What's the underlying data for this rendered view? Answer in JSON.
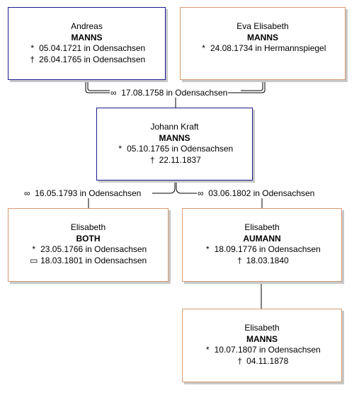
{
  "persons": {
    "andreas": {
      "given": "Andreas",
      "surname": "MANNS",
      "events": [
        {
          "sym": "*",
          "text": "05.04.1721 in Odensachsen"
        },
        {
          "sym": "†",
          "text": "26.04.1765 in Odensachsen"
        }
      ]
    },
    "eva": {
      "given": "Eva Elisabeth",
      "surname": "MANNS",
      "events": [
        {
          "sym": "*",
          "text": "24.08.1734 in Hermannspiegel"
        }
      ]
    },
    "johann": {
      "given": "Johann Kraft",
      "surname": "MANNS",
      "events": [
        {
          "sym": "*",
          "text": "05.10.1765 in Odensachsen"
        },
        {
          "sym": "†",
          "text": "22.11.1837"
        }
      ]
    },
    "both": {
      "given": "Elisabeth",
      "surname": "BOTH",
      "events": [
        {
          "sym": "*",
          "text": "23.05.1766 in Odensachsen"
        },
        {
          "sym": "▭",
          "text": "18.03.1801 in Odensachsen"
        }
      ]
    },
    "aumann": {
      "given": "Elisabeth",
      "surname": "AUMANN",
      "events": [
        {
          "sym": "*",
          "text": "18.09.1776 in Odensachsen"
        },
        {
          "sym": "†",
          "text": "18.03.1840"
        }
      ]
    },
    "daughter": {
      "given": "Elisabeth",
      "surname": "MANNS",
      "events": [
        {
          "sym": "*",
          "text": "10.07.1807 in Odensachsen"
        },
        {
          "sym": "†",
          "text": "04.11.1878"
        }
      ]
    }
  },
  "marriages": {
    "parents": {
      "sym": "∞",
      "text": "17.08.1758 in Odensachsen"
    },
    "first": {
      "sym": "∞",
      "text": "16.05.1793 in Odensachsen"
    },
    "second": {
      "sym": "∞",
      "text": "03.06.1802 in Odensachsen"
    }
  },
  "colors": {
    "male_border": "#1a1a8c",
    "female_border": "#d79a70",
    "shadow": "#c8c8c8"
  }
}
